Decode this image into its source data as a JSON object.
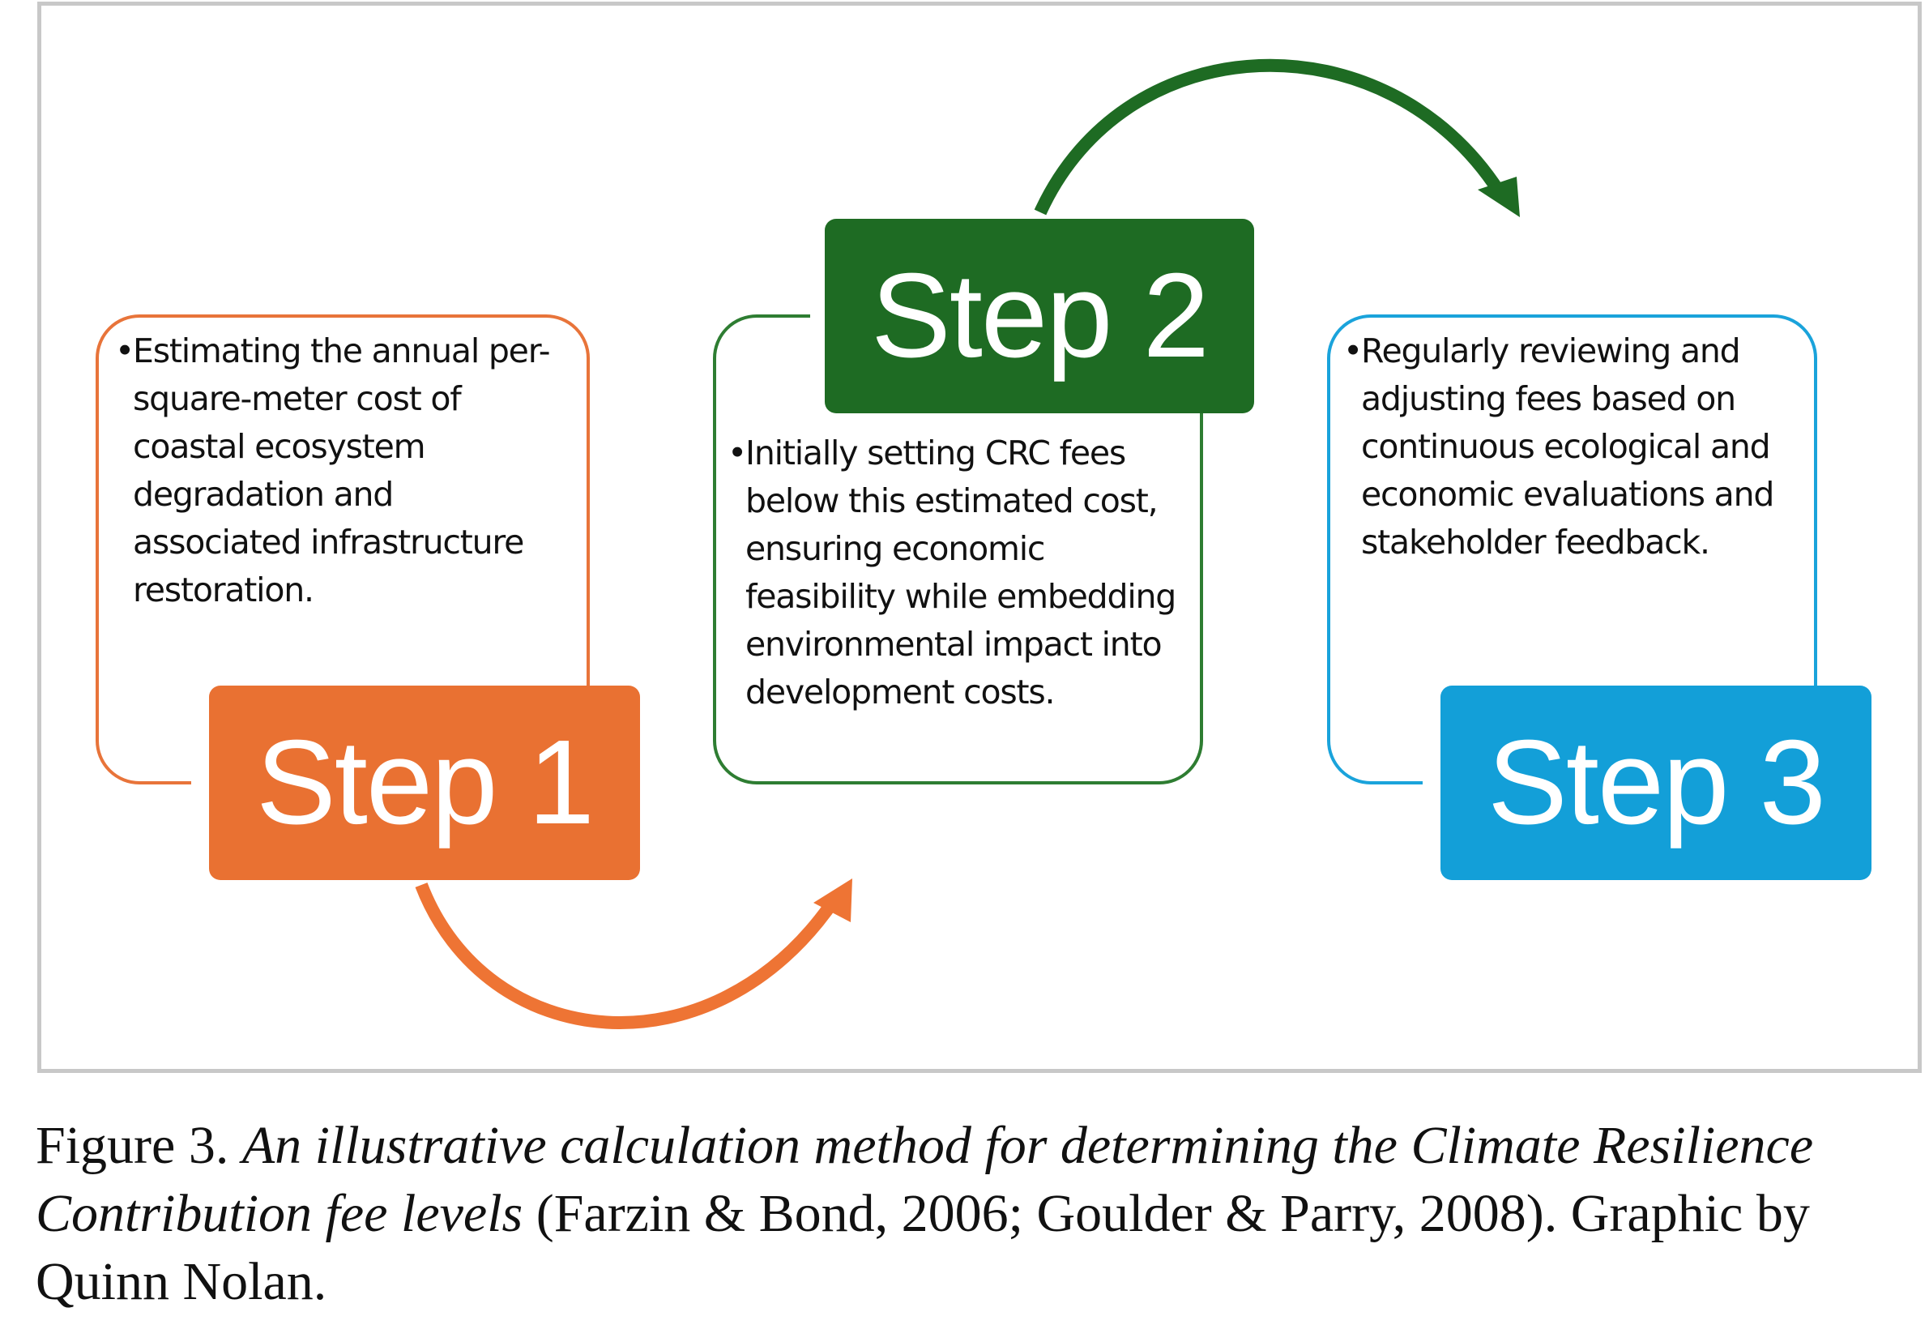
{
  "steps": [
    {
      "label": "Step 1",
      "bullet": "•",
      "lines": [
        "Estimating the annual per-",
        "square-meter cost of",
        "coastal ecosystem",
        "degradation and",
        "associated infrastructure",
        "restoration."
      ],
      "color": "#e97132"
    },
    {
      "label": "Step 2",
      "bullet": "•",
      "lines": [
        "Initially setting CRC fees",
        "below this estimated cost,",
        "ensuring economic",
        "feasibility while embedding",
        "environmental impact into",
        "development costs."
      ],
      "color": "#1e6b23"
    },
    {
      "label": "Step 3",
      "bullet": "•",
      "lines": [
        "Regularly reviewing and",
        "adjusting fees based on",
        "continuous ecological and",
        "economic evaluations and",
        "stakeholder feedback."
      ],
      "color": "#139fd8"
    }
  ],
  "caption": {
    "prefix": "Figure 3. ",
    "italic": "An illustrative calculation method for determining the Climate Resilience Contribution fee levels",
    "suffix": " (Farzin & Bond, 2006; Goulder & Parry, 2008). Graphic by Quinn Nolan."
  }
}
